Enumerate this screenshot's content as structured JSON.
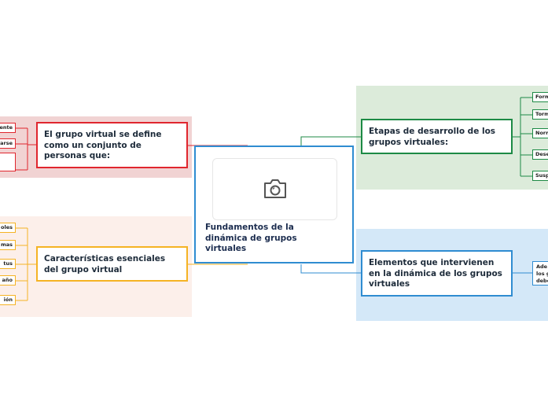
{
  "center": {
    "title": "Fundamentos de la dinámica de grupos virtuales",
    "image_icon": "camera-icon"
  },
  "branches": {
    "definition": {
      "label": "El grupo virtual se define como un conjunto de personas que:",
      "color": "#e0262e",
      "fill": "#f1d3d3",
      "leaves": [
        "ente",
        "arse",
        ""
      ]
    },
    "characteristics": {
      "label": "Características esenciales del grupo virtual",
      "color": "#f5b324",
      "fill": "#fcefea",
      "leaves": [
        "oles",
        "mas",
        "tus",
        "año",
        "ión"
      ]
    },
    "stages": {
      "label": "Etapas de desarrollo de los grupos virtuales:",
      "color": "#1d8a45",
      "fill": "#dcebda",
      "leaves": [
        "Form",
        "Torm",
        "Norm",
        "Dese",
        "Susp"
      ]
    },
    "elements": {
      "label": "Elementos que intervienen en la dinámica de los grupos virtuales",
      "color": "#2f8cd1",
      "fill": "#d4e8f8",
      "leaves": [
        "Ade\nlos g\ndebe"
      ]
    }
  }
}
